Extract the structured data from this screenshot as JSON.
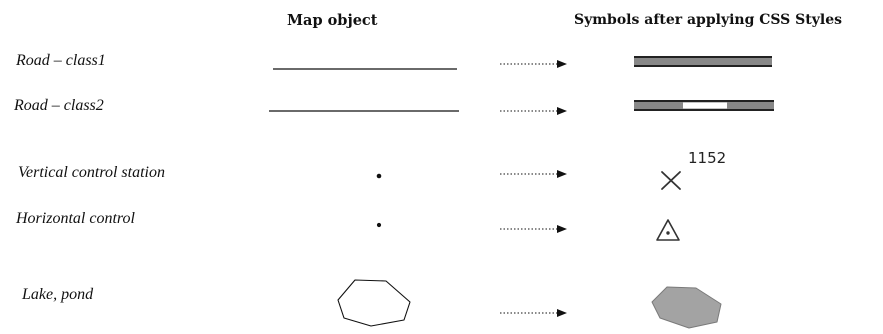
{
  "headers": {
    "map_object": "Map object",
    "symbols": "Symbols after applying CSS Styles"
  },
  "rows": [
    {
      "label": "Road – class1",
      "map_object": "line",
      "symbol": "road-class1-symbol"
    },
    {
      "label": "Road – class2",
      "map_object": "line",
      "symbol": "road-class2-symbol"
    },
    {
      "label": "Vertical control station",
      "map_object": "point",
      "symbol": "cross-symbol",
      "symbol_text": "1152"
    },
    {
      "label": "Horizontal control",
      "map_object": "point",
      "symbol": "triangle-symbol"
    },
    {
      "label": "Lake, pond",
      "map_object": "polygon",
      "symbol": "filled-polygon-symbol"
    }
  ],
  "colors": {
    "road_fill": "#888888",
    "road_border": "#222222",
    "road_gap": "#ffffff",
    "lake_fill": "#a3a3a3"
  }
}
